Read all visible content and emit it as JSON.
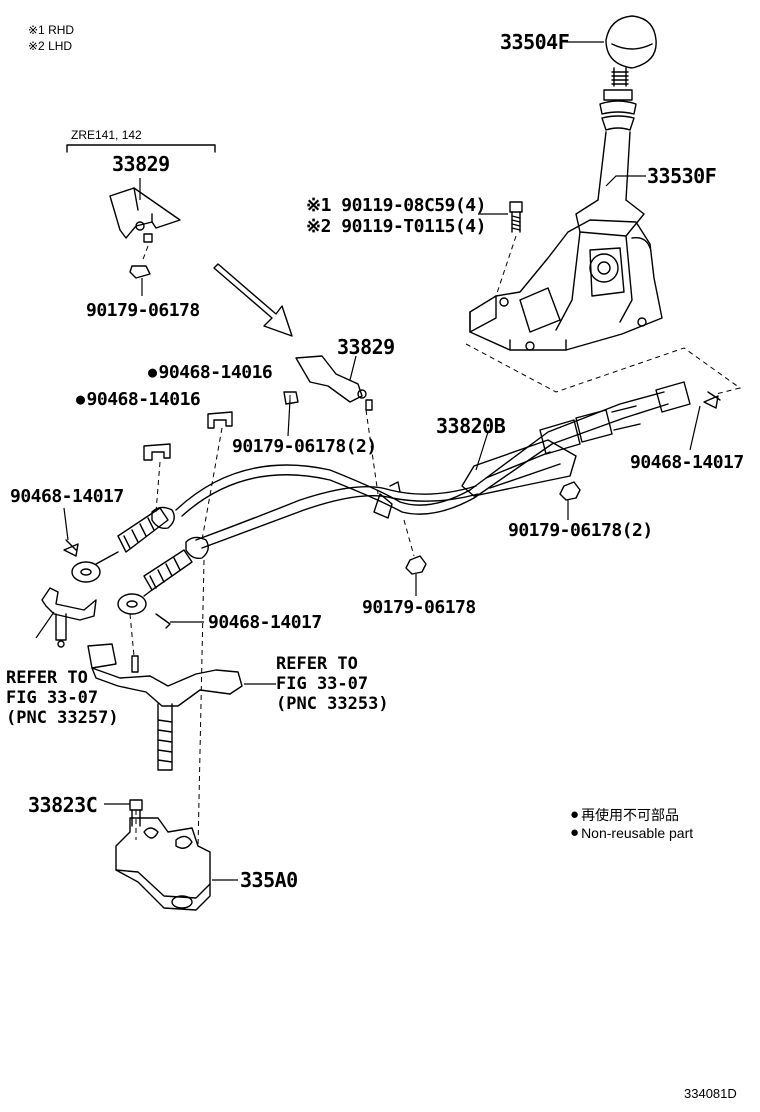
{
  "legend": {
    "rhd": "※1 RHD",
    "lhd": "※2 LHD",
    "non_reusable_jp": "再使用不可部品",
    "non_reusable_en": "Non-reusable part"
  },
  "header_model": "ZRE141, 142",
  "parts": {
    "knob": "33504F",
    "lever": "33530F",
    "bolt_rhd": "※1 90119-08C59(4)",
    "bolt_lhd": "※2 90119-T0115(4)",
    "bracket_top": "33829",
    "nut_top": "90179-06178",
    "bracket_mid": "33829",
    "clip_dot_1": "90468-14016",
    "clip_dot_2": "90468-14016",
    "nut_mid": "90179-06178(2)",
    "cable": "33820B",
    "pin_right": "90468-14017",
    "nut_right": "90179-06178(2)",
    "pin_left": "90468-14017",
    "pin_mid": "90468-14017",
    "nut_bottom": "90179-06178",
    "bolt_bottom": "33823C",
    "bracket_bottom": "335A0",
    "ref_left": "REFER TO\nFIG 33-07\n(PNC 33257)",
    "ref_right": "REFER TO\nFIG 33-07\n(PNC 33253)"
  },
  "figure_id": "334081D"
}
